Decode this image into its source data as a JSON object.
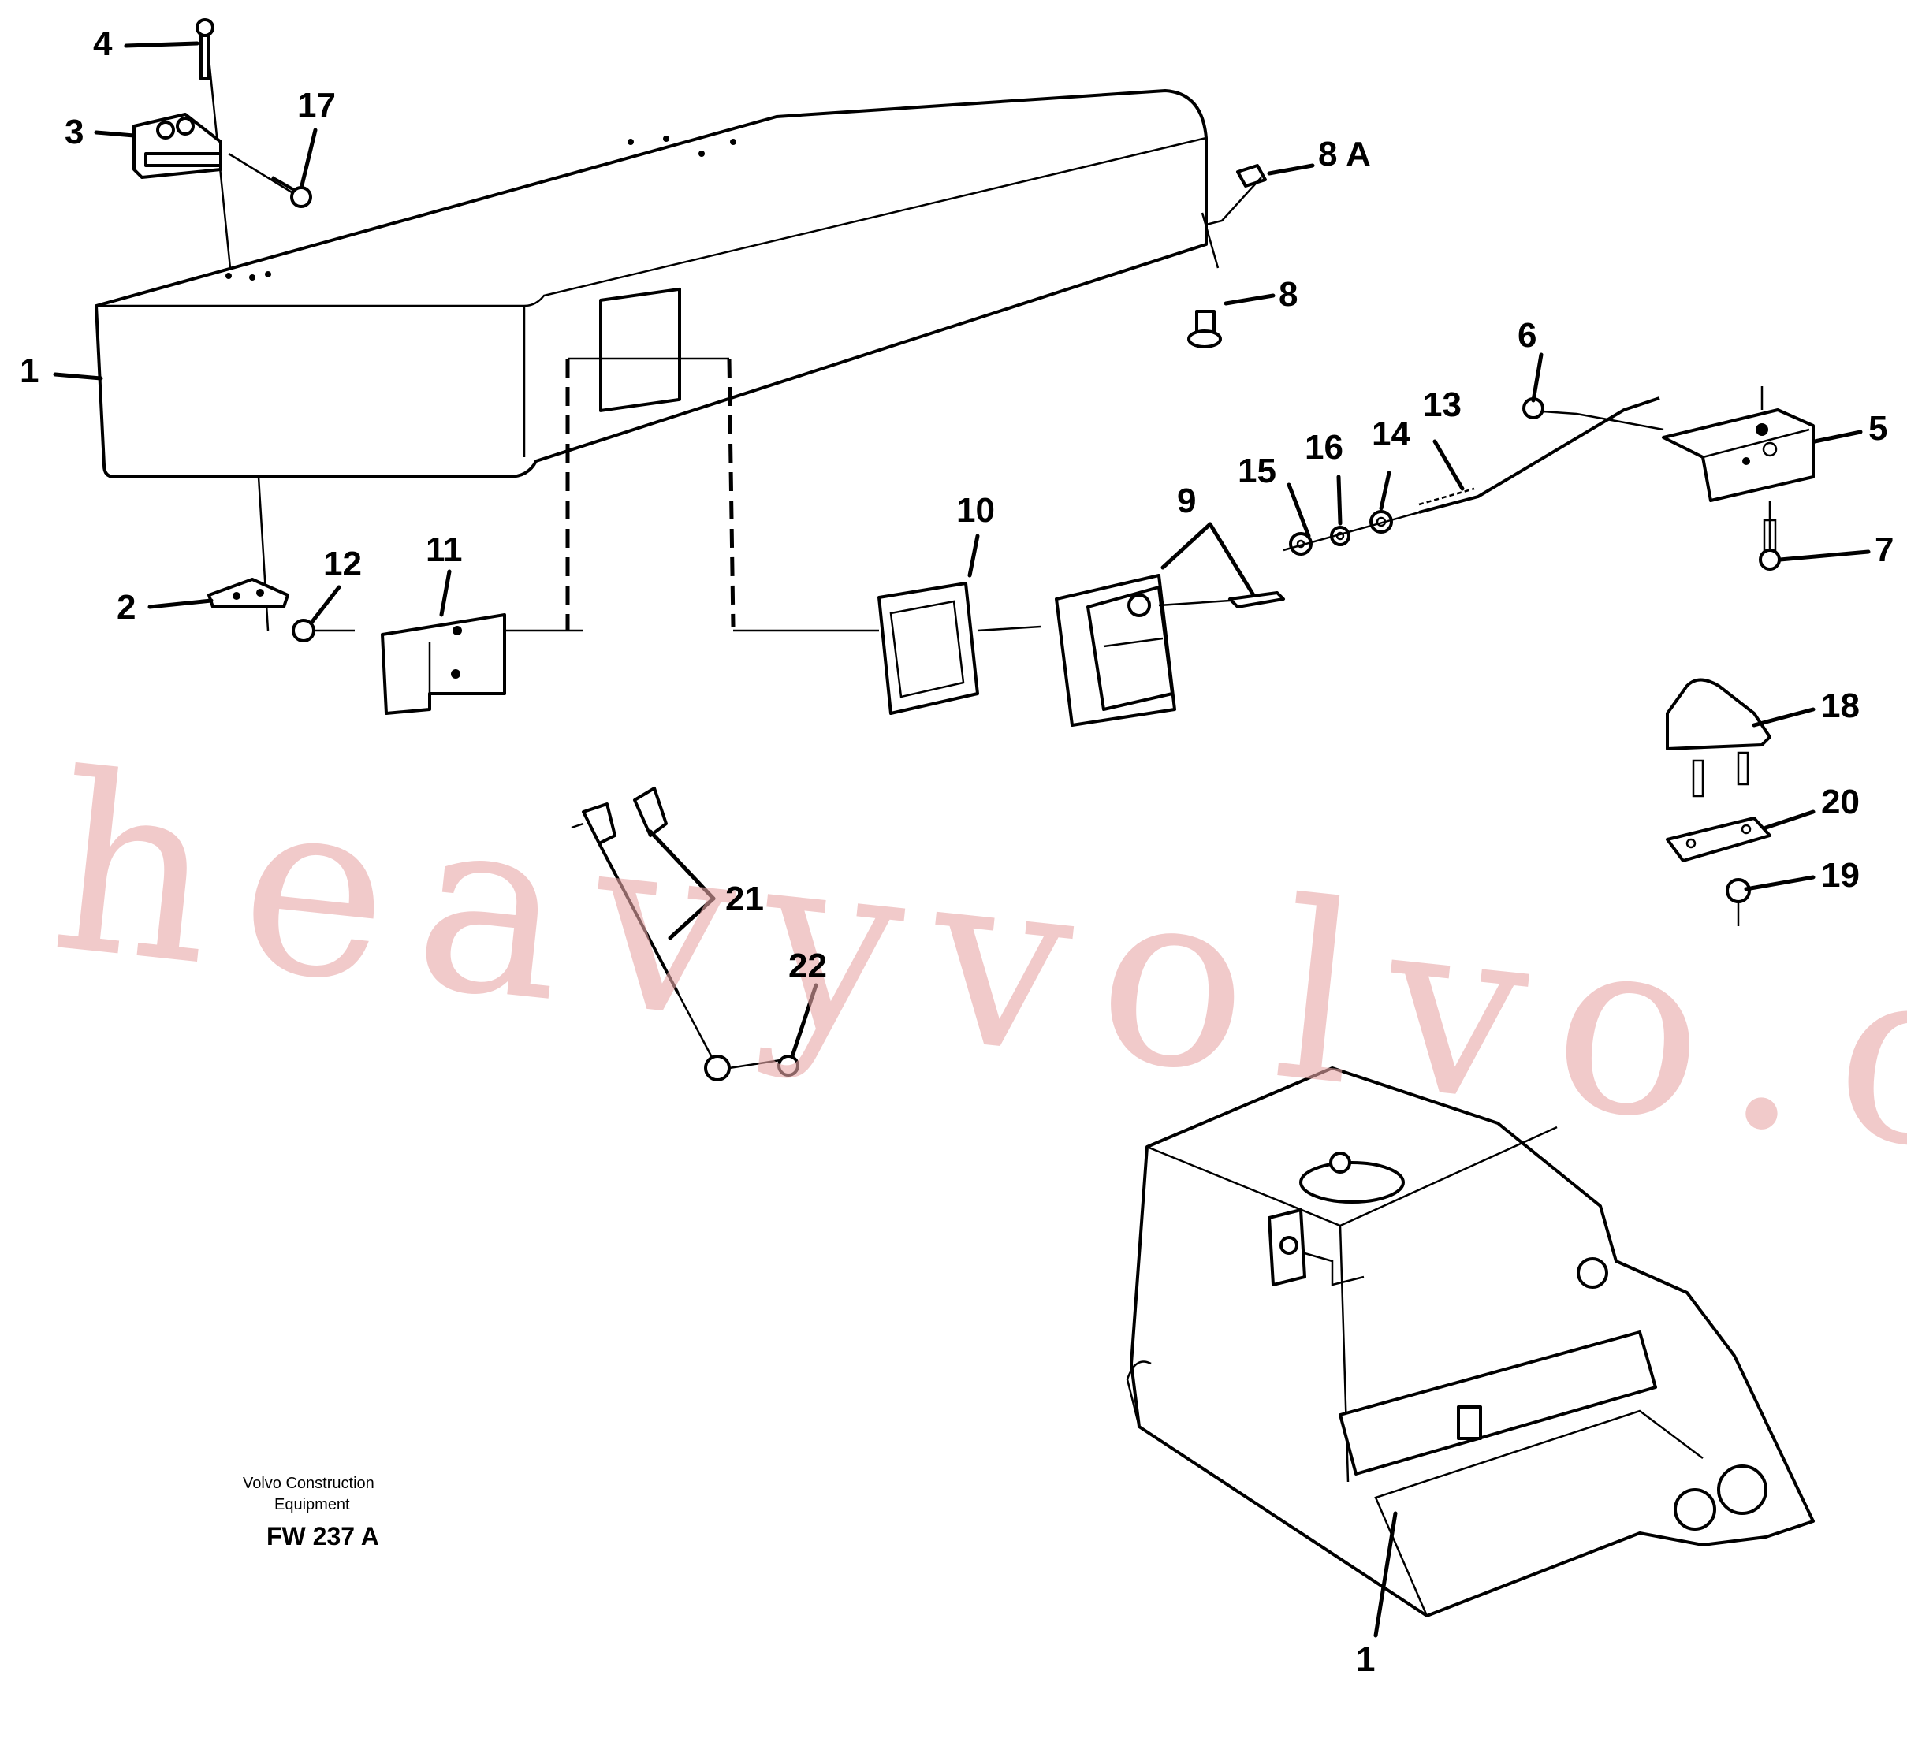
{
  "callouts": {
    "c1_top": "1",
    "c2": "2",
    "c3": "3",
    "c4": "4",
    "c5": "5",
    "c6": "6",
    "c7": "7",
    "c8": "8",
    "c8a": "8 A",
    "c9": "9",
    "c10": "10",
    "c11": "11",
    "c12": "12",
    "c13": "13",
    "c14": "14",
    "c15": "15",
    "c16": "16",
    "c17": "17",
    "c18": "18",
    "c19": "19",
    "c20": "20",
    "c21": "21",
    "c22": "22",
    "c1_bottom": "1"
  },
  "footer": {
    "line1": "Volvo Construction",
    "line2": "Equipment",
    "code": "FW 237 A"
  },
  "watermark": "heavyvolvo.com"
}
